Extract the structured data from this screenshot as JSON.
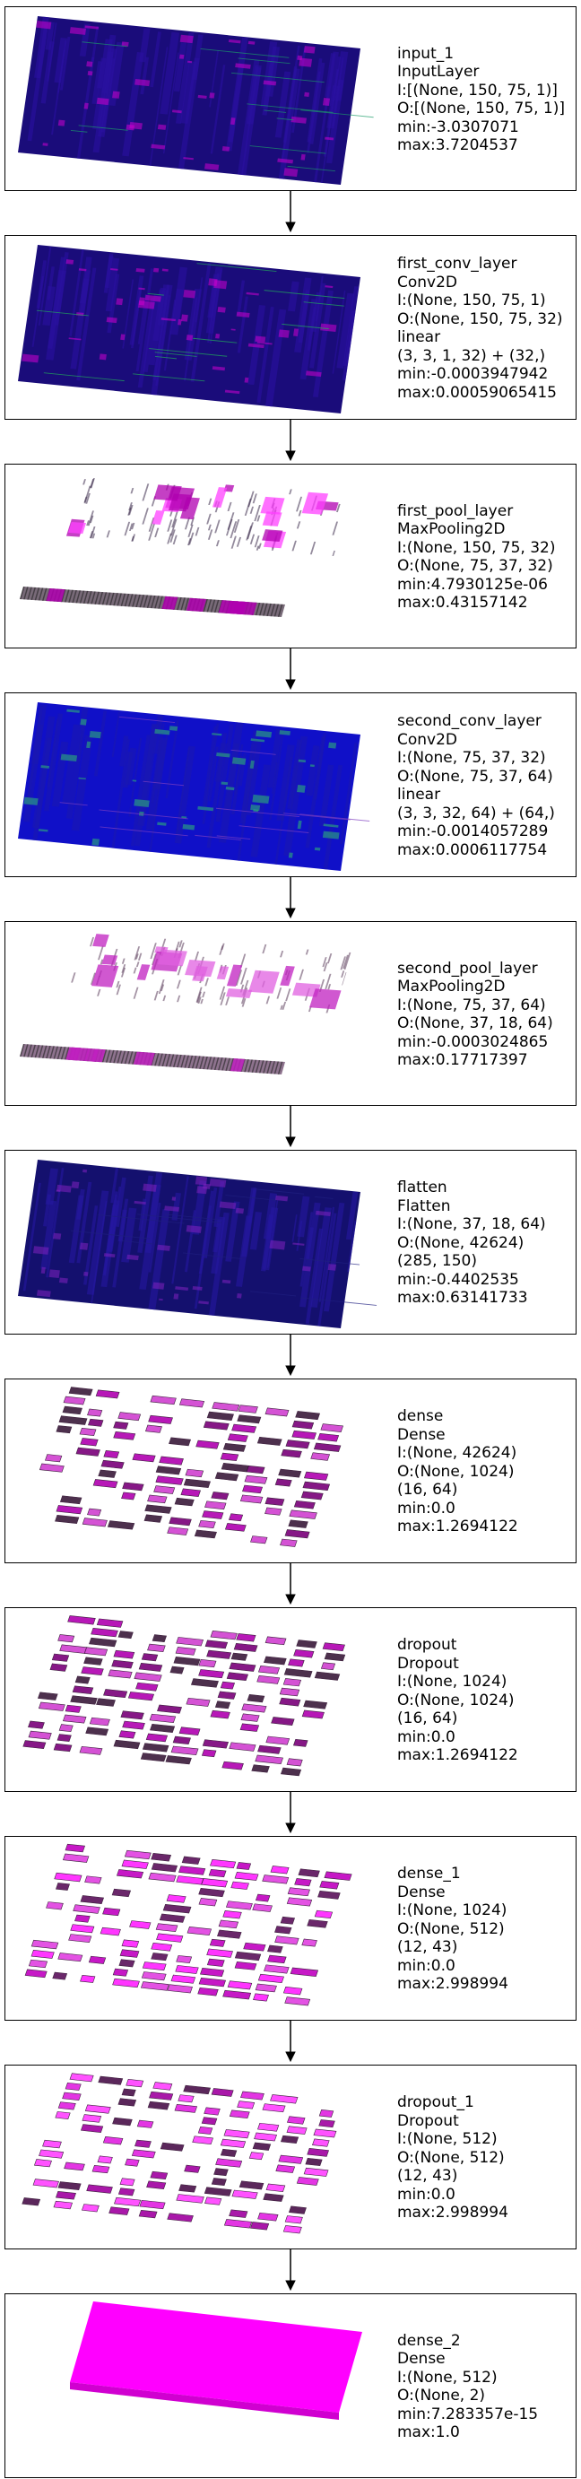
{
  "layers": [
    {
      "lines": [
        "input_1",
        "InputLayer",
        "I:[(None, 150, 75, 1)]",
        "O:[(None, 150, 75, 1)]",
        "min:-3.0307071",
        "max:3.7204537"
      ],
      "viz": {
        "style": "slab",
        "colors": [
          "#1a0c7a",
          "#2a10a0",
          "#d000d0",
          "#1c9c6a"
        ],
        "seed": 3
      }
    },
    {
      "lines": [
        "first_conv_layer",
        "Conv2D",
        "I:(None, 150, 75, 1)",
        "O:(None, 150, 75, 32)",
        "linear",
        "(3, 3, 1, 32) + (32,)",
        "min:-0.0003947942",
        "max:0.00059065415"
      ],
      "viz": {
        "style": "slab",
        "colors": [
          "#1a0c7a",
          "#2a10a0",
          "#d000d0",
          "#22b05a"
        ],
        "seed": 7
      }
    },
    {
      "lines": [
        "first_pool_layer",
        "MaxPooling2D",
        "I:(None, 150, 75, 32)",
        "O:(None, 75, 37, 32)",
        "min:4.7930125e-06",
        "max:0.43157142"
      ],
      "viz": {
        "style": "pool",
        "colors": [
          "#3a2a4a",
          "#b000b0",
          "#ff40ff",
          "#605060"
        ],
        "seed": 11
      }
    },
    {
      "lines": [
        "second_conv_layer",
        "Conv2D",
        "I:(None, 75, 37, 32)",
        "O:(None, 75, 37, 64)",
        "linear",
        "(3, 3, 32, 64) + (64,)",
        "min:-0.0014057289",
        "max:0.0006117754"
      ],
      "viz": {
        "style": "slab",
        "colors": [
          "#1010c8",
          "#1a18b0",
          "#30c070",
          "#8040c0"
        ],
        "seed": 13
      }
    },
    {
      "lines": [
        "second_pool_layer",
        "MaxPooling2D",
        "I:(None, 75, 37, 64)",
        "O:(None, 37, 18, 64)",
        "min:-0.0003024865",
        "max:0.17717397"
      ],
      "viz": {
        "style": "pool",
        "colors": [
          "#5a3a5a",
          "#c020c0",
          "#e060e0",
          "#7a5a7a"
        ],
        "seed": 17
      }
    },
    {
      "lines": [
        "flatten",
        "Flatten",
        "I:(None, 37, 18, 64)",
        "O:(None, 42624)",
        "(285, 150)",
        "min:-0.4402535",
        "max:0.63141733"
      ],
      "viz": {
        "style": "slab",
        "colors": [
          "#14106e",
          "#2418a0",
          "#8020c0",
          "#202080"
        ],
        "seed": 19
      }
    },
    {
      "lines": [
        "dense",
        "Dense",
        "I:(None, 42624)",
        "O:(None, 1024)",
        "(16, 64)",
        "min:0.0",
        "max:1.2694122"
      ],
      "viz": {
        "style": "blocks",
        "colors": [
          "#7a007a",
          "#b000b0",
          "#3a1a3a",
          "#d040d0"
        ],
        "seed": 23
      }
    },
    {
      "lines": [
        "dropout",
        "Dropout",
        "I:(None, 1024)",
        "O:(None, 1024)",
        "(16, 64)",
        "min:0.0",
        "max:1.2694122"
      ],
      "viz": {
        "style": "blocks",
        "colors": [
          "#7a007a",
          "#b000b0",
          "#3a1a3a",
          "#d040d0"
        ],
        "seed": 29
      }
    },
    {
      "lines": [
        "dense_1",
        "Dense",
        "I:(None, 1024)",
        "O:(None, 512)",
        "(12, 43)",
        "min:0.0",
        "max:2.998994"
      ],
      "viz": {
        "style": "blocks",
        "colors": [
          "#c000c0",
          "#ff20ff",
          "#5a105a",
          "#e040e0"
        ],
        "seed": 31
      }
    },
    {
      "lines": [
        "dropout_1",
        "Dropout",
        "I:(None, 512)",
        "O:(None, 512)",
        "(12, 43)",
        "min:0.0",
        "max:2.998994"
      ],
      "viz": {
        "style": "blocks",
        "colors": [
          "#a000a0",
          "#e020e0",
          "#4a104a",
          "#ff40ff"
        ],
        "seed": 37
      }
    },
    {
      "lines": [
        "dense_2",
        "Dense",
        "I:(None, 512)",
        "O:(None, 2)",
        "min:7.283357e-15",
        "max:1.0"
      ],
      "viz": {
        "style": "plate",
        "colors": [
          "#ff00ff",
          "#e800e8",
          "#ff30ff",
          "#d000d0"
        ],
        "seed": 41
      }
    }
  ]
}
